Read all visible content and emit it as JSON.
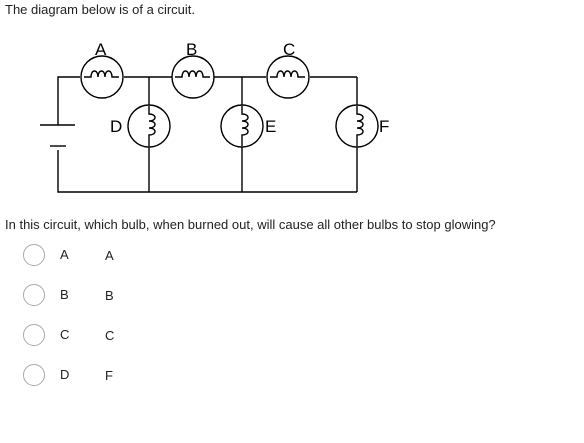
{
  "intro_text": "The diagram below is of a circuit.",
  "circuit": {
    "bulb_labels": {
      "a": "A",
      "b": "B",
      "c": "C",
      "d": "D",
      "e": "E",
      "f": "F"
    }
  },
  "question": "In this circuit, which bulb, when burned out, will cause all other bulbs to stop glowing?",
  "options": [
    {
      "letter": "A",
      "text": "A"
    },
    {
      "letter": "B",
      "text": "B"
    },
    {
      "letter": "C",
      "text": "C"
    },
    {
      "letter": "D",
      "text": "F"
    }
  ]
}
